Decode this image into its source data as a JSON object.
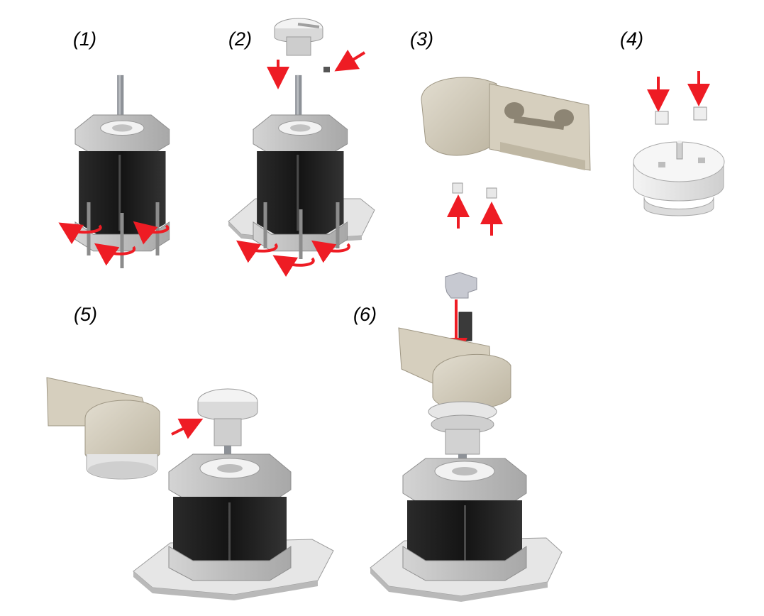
{
  "steps": [
    {
      "label": "(1)"
    },
    {
      "label": "(2)"
    },
    {
      "label": "(3)"
    },
    {
      "label": "(4)"
    },
    {
      "label": "(5)"
    },
    {
      "label": "(6)"
    }
  ],
  "colors": {
    "arrow": "#ee1c24",
    "motor_body": "#1e1e1e",
    "motor_cap": "#c9c9c9",
    "motor_cap_light": "#e3e3e3",
    "plate": "#e2e2e2",
    "plate_dark": "#bcbcbc",
    "housing": "#d8d2c3",
    "housing_dark": "#b8b09c",
    "part_white": "#ececec",
    "shaft": "#9a9ea4",
    "background": "#ffffff"
  }
}
